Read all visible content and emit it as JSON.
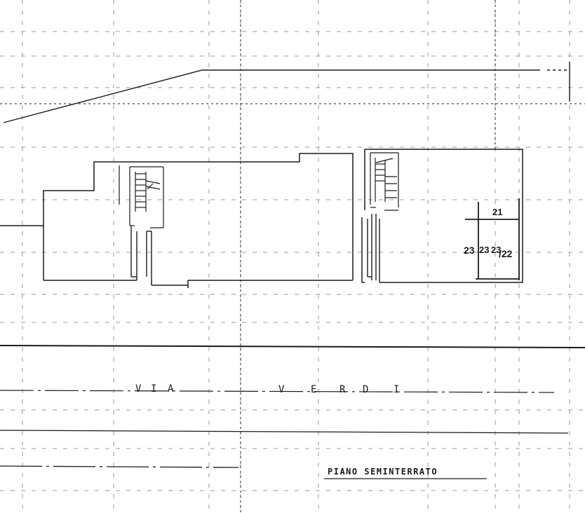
{
  "street": {
    "letters_via": [
      "V",
      "I",
      "A"
    ],
    "letters_verdi": [
      "V",
      "E",
      "R",
      "D",
      "I"
    ]
  },
  "parcels": {
    "p21": "21",
    "p23a": "23",
    "p23b": "23",
    "p23c": "23",
    "p22": "/22"
  },
  "floor_title": "PIANO SEMINTERRATO"
}
